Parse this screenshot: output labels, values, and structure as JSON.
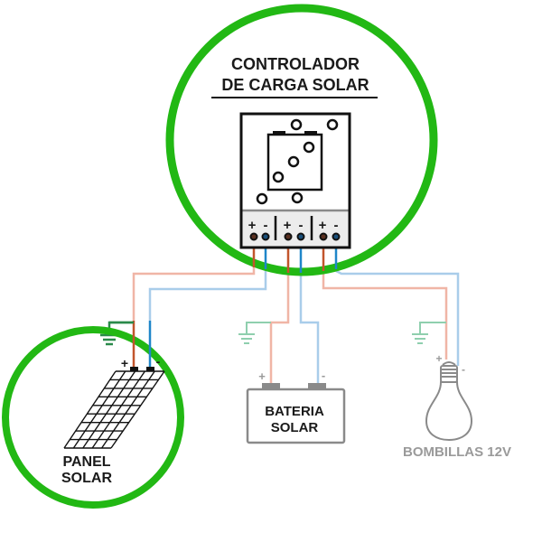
{
  "diagram": {
    "title": "Solar charge controller wiring",
    "colors": {
      "circle": "#22b814",
      "positive_dark": "#c2552c",
      "negative_dark": "#1f86c9",
      "positive_light": "#f0b5a6",
      "negative_light": "#a9cdea",
      "ground_dark": "#2a8a4a",
      "ground_light": "#8fcfae",
      "outline_dark": "#111111",
      "outline_gray": "#8a8a8a"
    },
    "controller": {
      "label_line1": "CONTROLADOR",
      "label_line2": "DE CARGA SOLAR",
      "terminals": [
        {
          "group": "panel",
          "plus": "+",
          "minus": "-"
        },
        {
          "group": "battery",
          "plus": "+",
          "minus": "-"
        },
        {
          "group": "load",
          "plus": "+",
          "minus": "-"
        }
      ]
    },
    "panel": {
      "label_line1": "PANEL",
      "label_line2": "SOLAR",
      "plus": "+",
      "minus": "-"
    },
    "battery": {
      "label_line1": "BATERIA",
      "label_line2": "SOLAR",
      "plus": "+",
      "minus": "-"
    },
    "bulb": {
      "label": "BOMBILLAS 12V",
      "plus": "+",
      "minus": "-"
    }
  }
}
